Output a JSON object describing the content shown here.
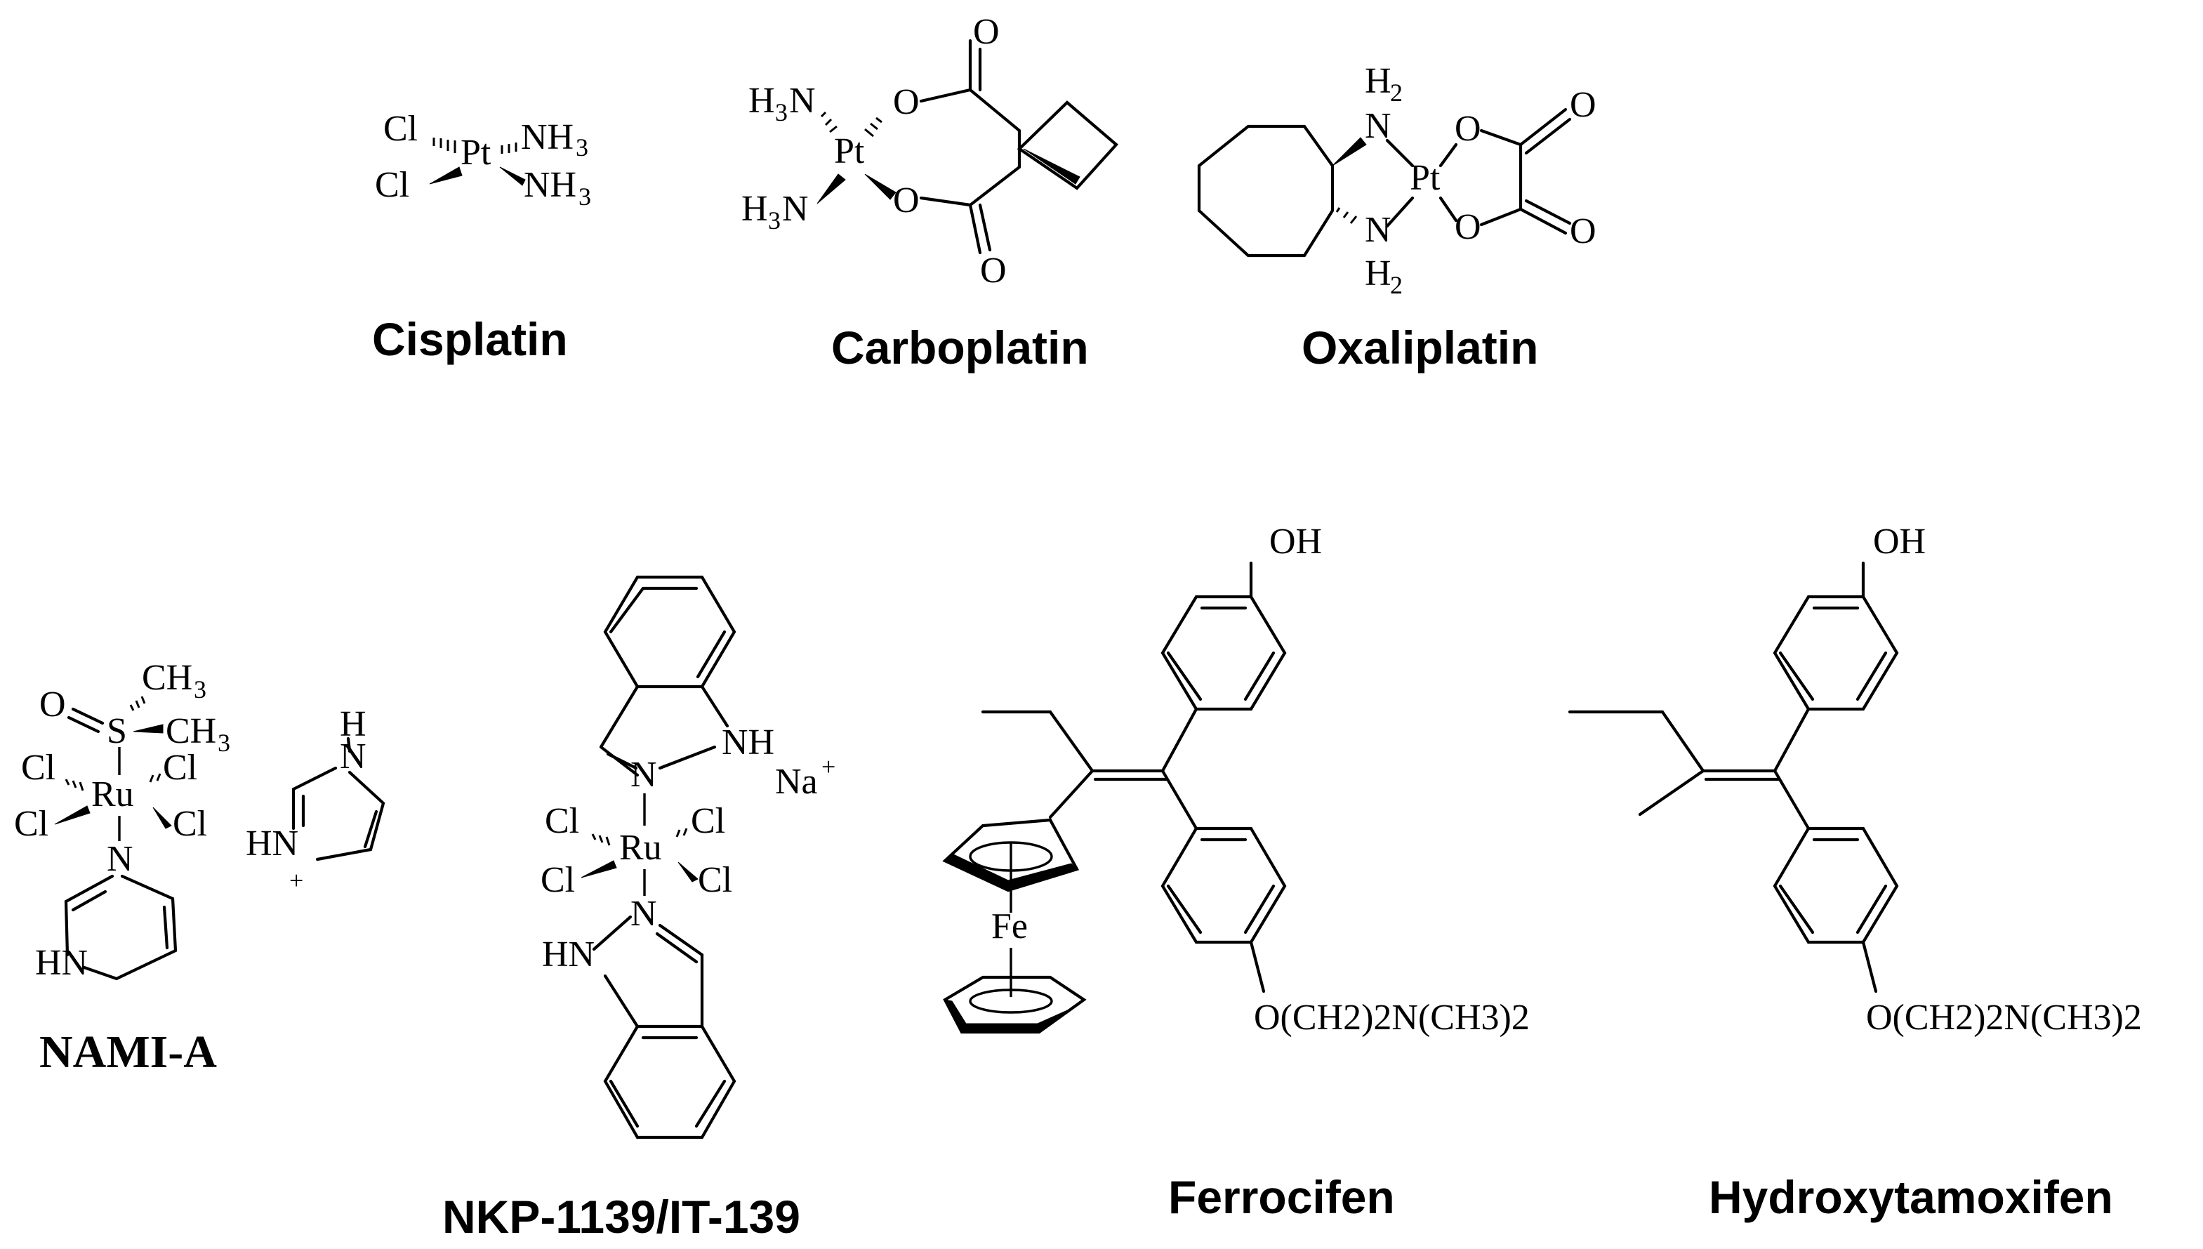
{
  "compounds": {
    "cisplatin": {
      "name": "Cisplatin",
      "atoms": {
        "cl1": "Cl",
        "cl2": "Cl",
        "pt": "Pt",
        "nh3a": "NH",
        "nh3b": "NH",
        "sub3": "3"
      }
    },
    "carboplatin": {
      "name": "Carboplatin",
      "atoms": {
        "h3n": "H",
        "sub3": "3",
        "n": "N",
        "pt": "Pt",
        "o": "O"
      }
    },
    "oxaliplatin": {
      "name": "Oxaliplatin",
      "atoms": {
        "h": "H",
        "sub2": "2",
        "n": "N",
        "pt": "Pt",
        "o": "O"
      }
    },
    "nami_a": {
      "name": "NAMI-A",
      "atoms": {
        "o": "O",
        "s": "S",
        "ch": "CH",
        "sub3": "3",
        "cl": "Cl",
        "ru": "Ru",
        "n": "N",
        "hn": "HN",
        "h": "H",
        "plus": "+"
      }
    },
    "nkp1139": {
      "name": "NKP-1139/IT-139",
      "atoms": {
        "n": "N",
        "nh": "NH",
        "hn": "HN",
        "cl": "Cl",
        "ru": "Ru",
        "na": "Na",
        "plus": "+"
      }
    },
    "ferrocifen": {
      "name": "Ferrocifen",
      "atoms": {
        "oh": "OH",
        "fe": "Fe",
        "chain": "O(CH2)2N(CH3)2"
      }
    },
    "hydroxytamoxifen": {
      "name": "Hydroxytamoxifen",
      "atoms": {
        "oh": "OH",
        "chain": "O(CH2)2N(CH3)2"
      }
    }
  }
}
